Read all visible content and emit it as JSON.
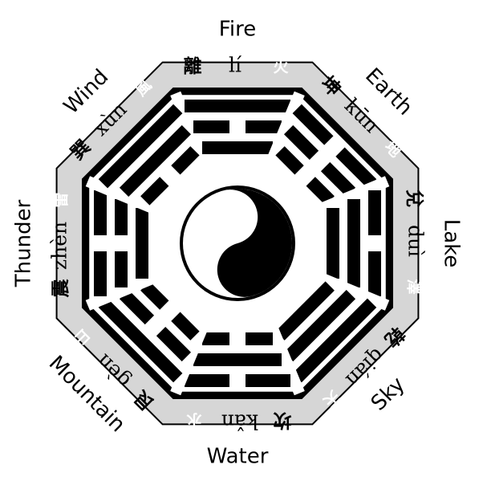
{
  "trigrams": [
    {
      "id": "fire",
      "label": "Fire",
      "hanzi": "離",
      "pinyin": "lí",
      "element": "火",
      "lines": [
        1,
        0,
        1
      ]
    },
    {
      "id": "earth",
      "label": "Earth",
      "hanzi": "坤",
      "pinyin": "kūn",
      "element": "地",
      "lines": [
        0,
        0,
        0
      ]
    },
    {
      "id": "lake",
      "label": "Lake",
      "hanzi": "兌",
      "pinyin": "duì",
      "element": "澤",
      "lines": [
        0,
        1,
        1
      ]
    },
    {
      "id": "sky",
      "label": "Sky",
      "hanzi": "乾",
      "pinyin": "qián",
      "element": "天",
      "lines": [
        1,
        1,
        1
      ]
    },
    {
      "id": "water",
      "label": "Water",
      "hanzi": "坎",
      "pinyin": "kǎn",
      "element": "水",
      "lines": [
        0,
        1,
        0
      ]
    },
    {
      "id": "mountain",
      "label": "Mountain",
      "hanzi": "艮",
      "pinyin": "gèn",
      "element": "山",
      "lines": [
        1,
        0,
        0
      ]
    },
    {
      "id": "thunder",
      "label": "Thunder",
      "hanzi": "震",
      "pinyin": "zhèn",
      "element": "雷",
      "lines": [
        0,
        0,
        1
      ]
    },
    {
      "id": "wind",
      "label": "Wind",
      "hanzi": "巽",
      "pinyin": "xùn",
      "element": "風",
      "lines": [
        1,
        1,
        0
      ]
    }
  ],
  "colors": {
    "band": "#d6d6d6",
    "ink": "#000000",
    "paper": "#ffffff"
  }
}
